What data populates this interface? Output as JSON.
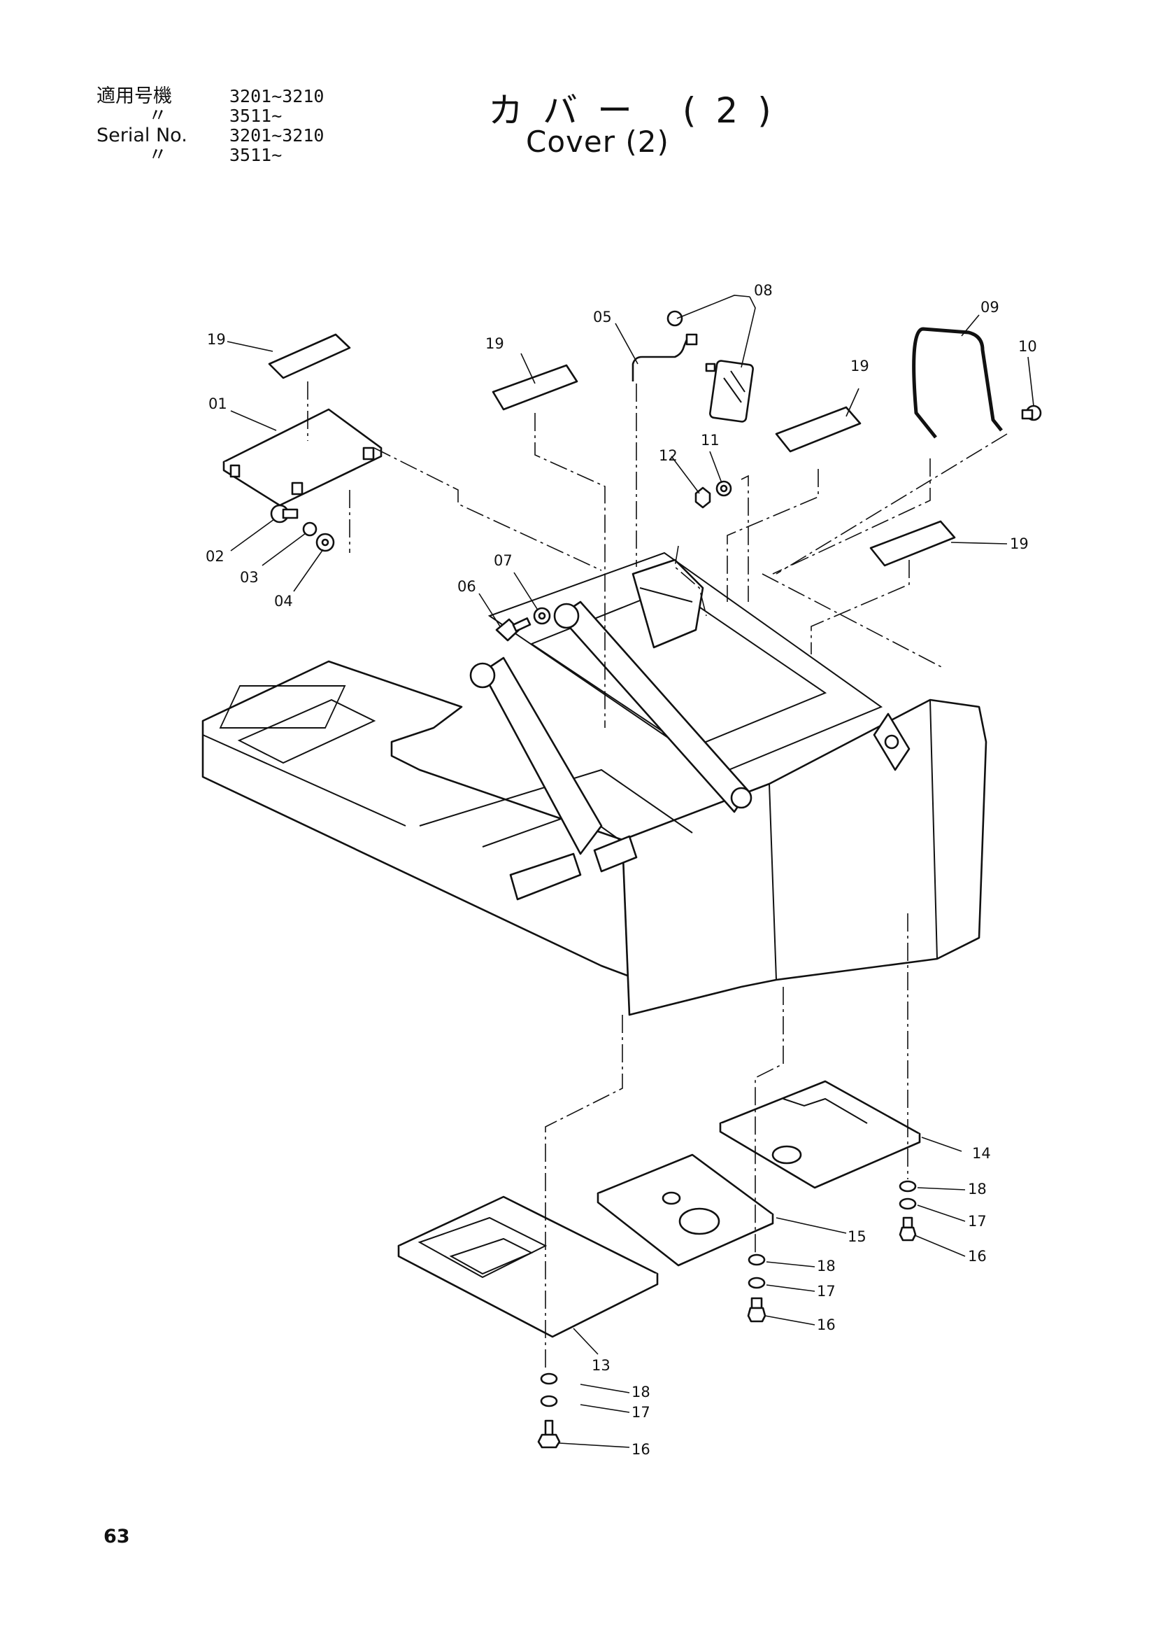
{
  "header": {
    "applicable_label_jp": "適用号機",
    "applicable_range_1": "3201~3210",
    "ditto_1": "〃",
    "applicable_range_2": "3511~",
    "serial_label": "Serial No.",
    "serial_range_1": "3201~3210",
    "ditto_2": "〃",
    "serial_range_2": "3511~"
  },
  "title": {
    "jp": "カバー (2)",
    "en": "Cover (2)"
  },
  "callouts": {
    "c01": "01",
    "c02": "02",
    "c03": "03",
    "c04": "04",
    "c05": "05",
    "c06": "06",
    "c07": "07",
    "c08": "08",
    "c09": "09",
    "c10": "10",
    "c11": "11",
    "c12": "12",
    "c13": "13",
    "c14": "14",
    "c15": "15",
    "c16a": "16",
    "c16b": "16",
    "c16c": "16",
    "c17a": "17",
    "c17b": "17",
    "c17c": "17",
    "c18a": "18",
    "c18b": "18",
    "c18c": "18",
    "c19a": "19",
    "c19b": "19",
    "c19c": "19",
    "c19d": "19"
  },
  "page": {
    "number": "63"
  }
}
